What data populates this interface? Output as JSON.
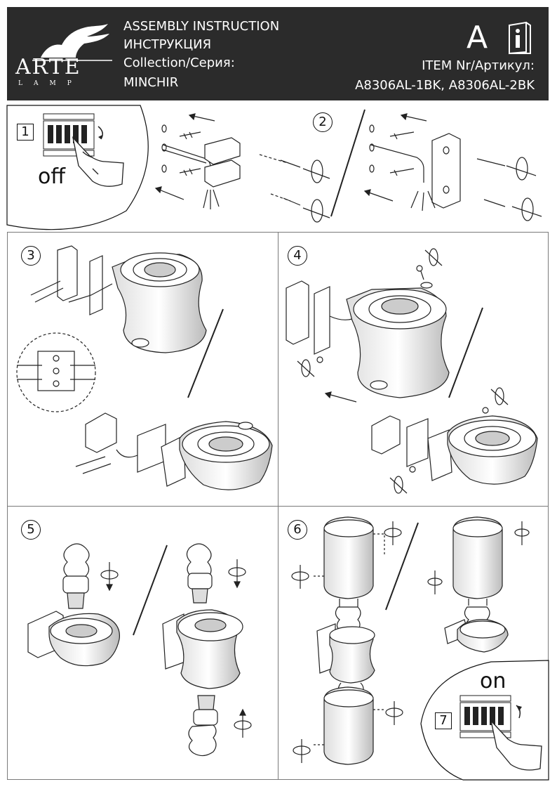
{
  "header": {
    "logo_word": "ARTE",
    "logo_sub": "LAMP",
    "line1": "ASSEMBLY INSTRUCTION",
    "line2": "ИНСТРУКЦИЯ",
    "line3": "Collection/Серия:",
    "line4": "MINCHIR",
    "letter": "A",
    "item_label": "ITEM Nr/Артикул:",
    "item_codes": "A8306AL-1BK, A8306AL-2BK"
  },
  "steps": {
    "s1": "1",
    "s1_word": "off",
    "s2": "2",
    "s3": "3",
    "s4": "4",
    "s5": "5",
    "s6": "6",
    "s7": "7",
    "s7_word": "on"
  }
}
